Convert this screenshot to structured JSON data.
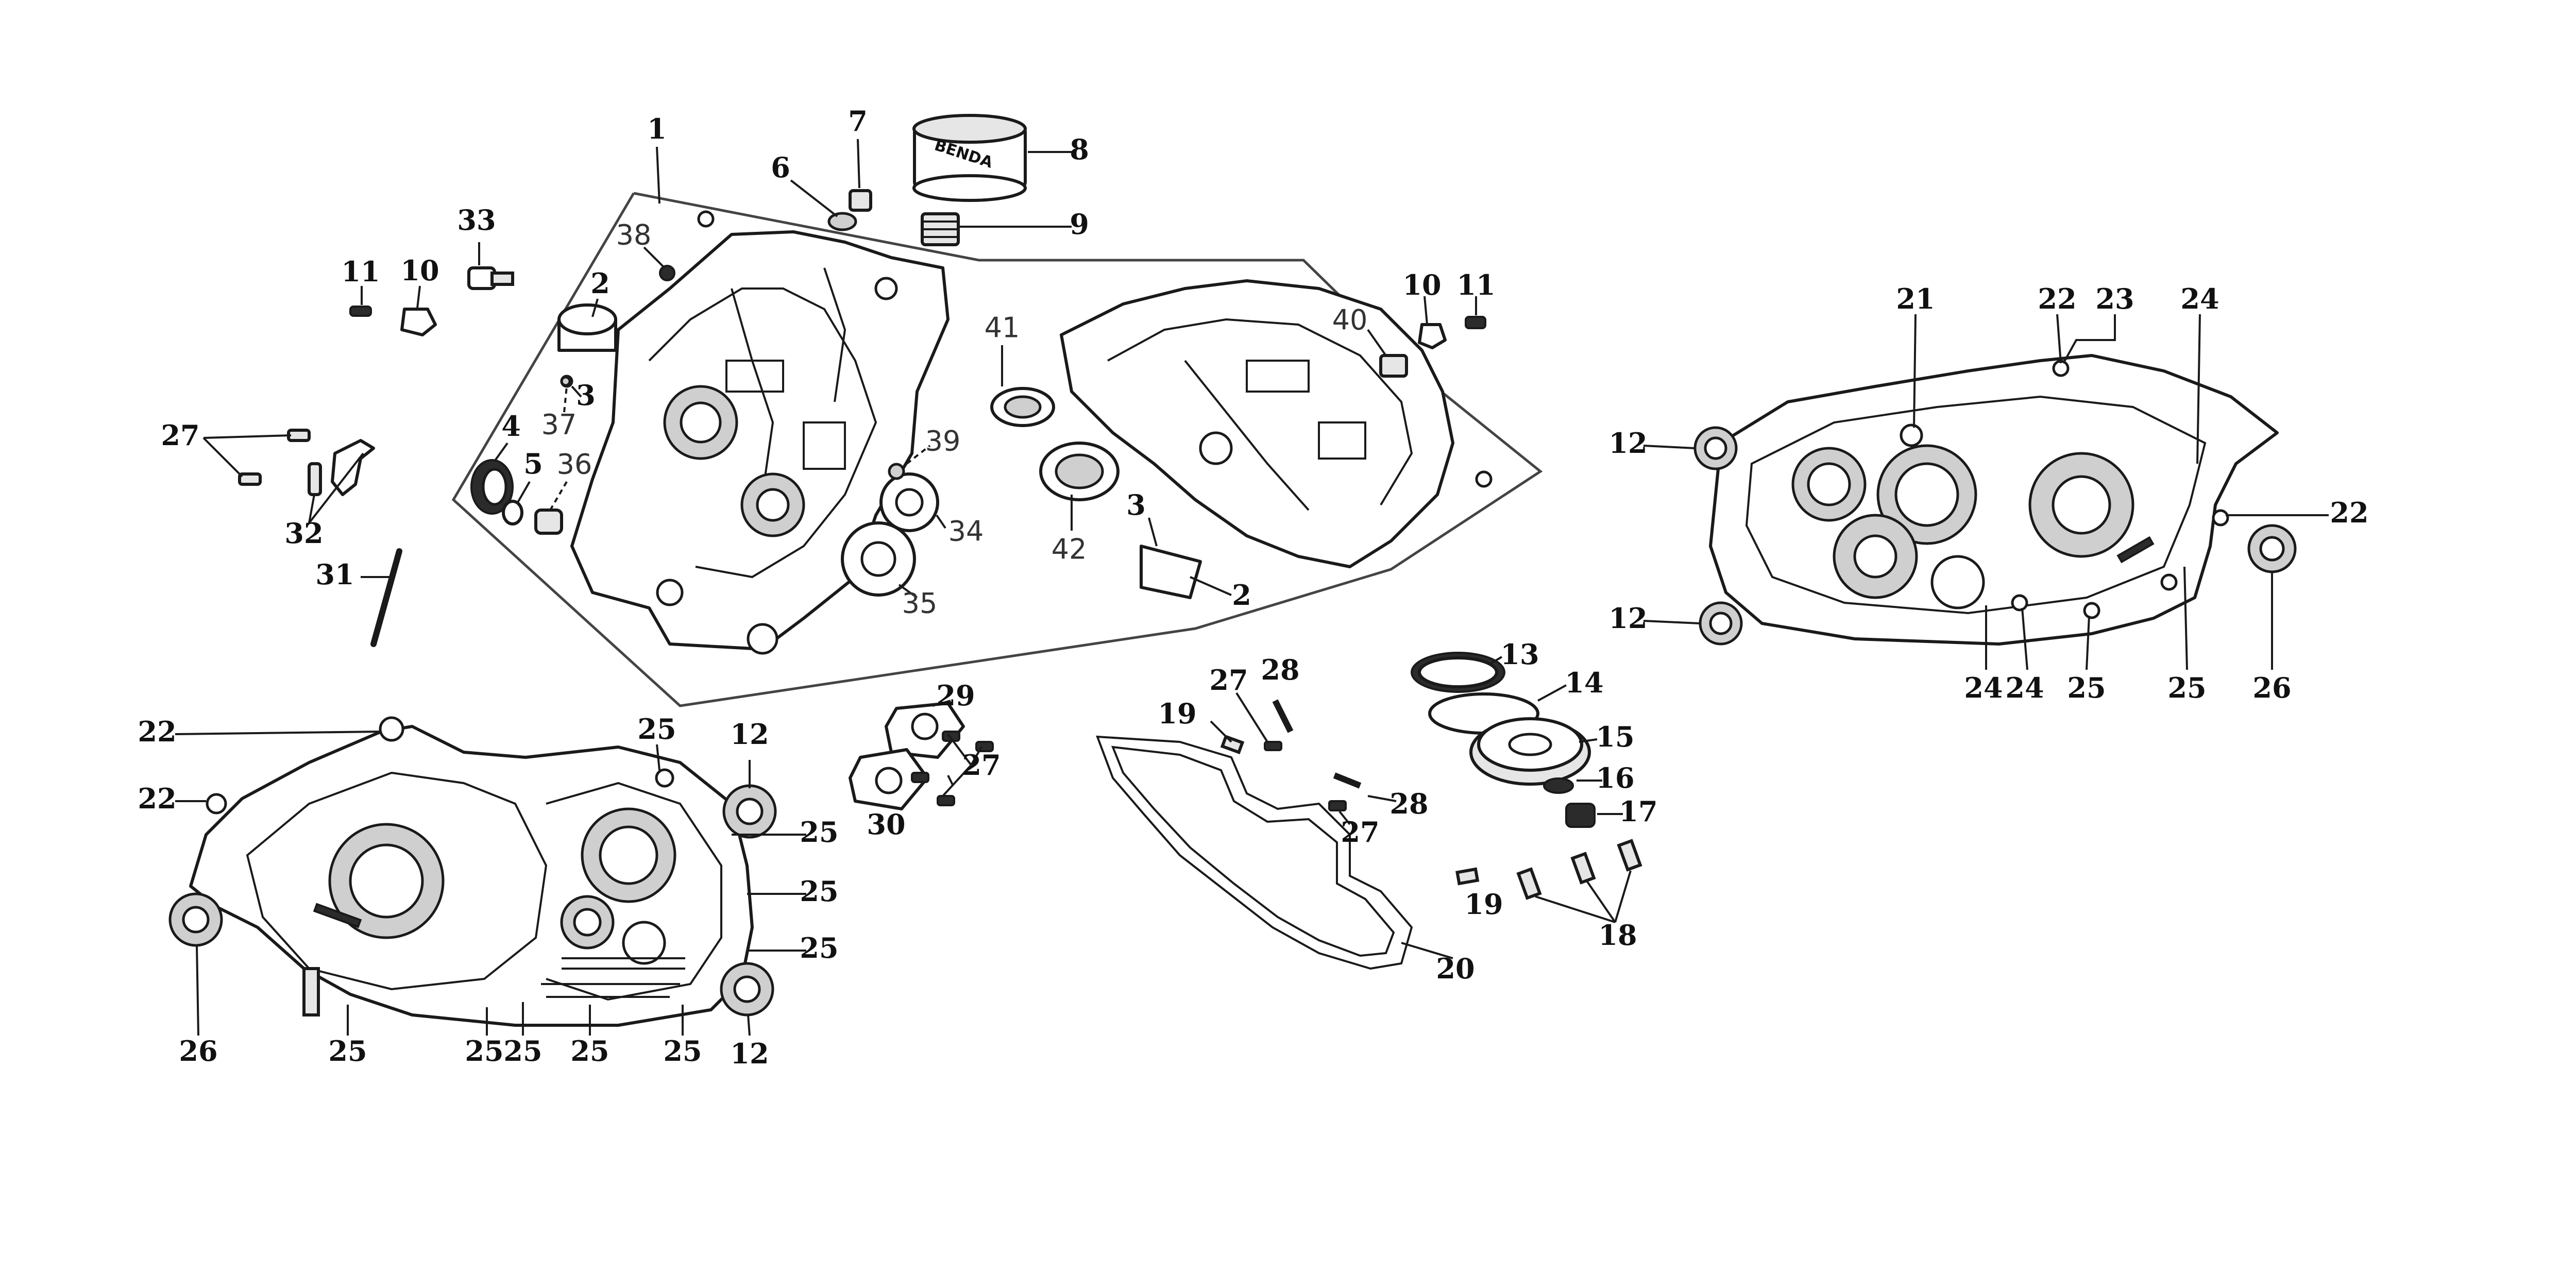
{
  "diagram": {
    "brand_text": "BENDA",
    "callouts": [
      {
        "text": "1"
      },
      {
        "text": "6"
      },
      {
        "text": "7"
      },
      {
        "text": "8"
      },
      {
        "text": "9"
      },
      {
        "text": "33"
      },
      {
        "text": "11"
      },
      {
        "text": "10"
      },
      {
        "text": "38"
      },
      {
        "text": "2"
      },
      {
        "text": "3"
      },
      {
        "text": "37"
      },
      {
        "text": "4"
      },
      {
        "text": "5"
      },
      {
        "text": "36"
      },
      {
        "text": "27"
      },
      {
        "text": "32"
      },
      {
        "text": "31"
      },
      {
        "text": "41"
      },
      {
        "text": "42"
      },
      {
        "text": "3"
      },
      {
        "text": "2"
      },
      {
        "text": "39"
      },
      {
        "text": "34"
      },
      {
        "text": "35"
      },
      {
        "text": "40"
      },
      {
        "text": "10"
      },
      {
        "text": "11"
      },
      {
        "text": "21"
      },
      {
        "text": "22"
      },
      {
        "text": "23"
      },
      {
        "text": "24"
      },
      {
        "text": "12"
      },
      {
        "text": "12"
      },
      {
        "text": "22"
      },
      {
        "text": "24"
      },
      {
        "text": "24"
      },
      {
        "text": "25"
      },
      {
        "text": "25"
      },
      {
        "text": "26"
      },
      {
        "text": "22"
      },
      {
        "text": "22"
      },
      {
        "text": "25"
      },
      {
        "text": "12"
      },
      {
        "text": "25"
      },
      {
        "text": "25"
      },
      {
        "text": "25"
      },
      {
        "text": "26"
      },
      {
        "text": "25"
      },
      {
        "text": "25"
      },
      {
        "text": "25"
      },
      {
        "text": "25"
      },
      {
        "text": "25"
      },
      {
        "text": "12"
      },
      {
        "text": "29"
      },
      {
        "text": "27"
      },
      {
        "text": "30"
      },
      {
        "text": "27"
      },
      {
        "text": "28"
      },
      {
        "text": "19"
      },
      {
        "text": "28"
      },
      {
        "text": "27"
      },
      {
        "text": "19"
      },
      {
        "text": "20"
      },
      {
        "text": "13"
      },
      {
        "text": "14"
      },
      {
        "text": "15"
      },
      {
        "text": "16"
      },
      {
        "text": "17"
      },
      {
        "text": "18"
      }
    ]
  }
}
